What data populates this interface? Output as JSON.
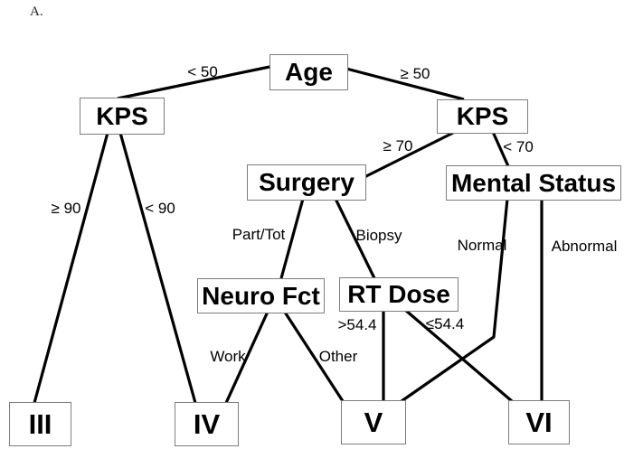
{
  "figure_label": "A.",
  "colors": {
    "background": "#ffffff",
    "line": "#000000",
    "box_border": "#7d7d7d",
    "text": "#000000"
  },
  "nodes": {
    "age": {
      "label": "Age"
    },
    "kps_left": {
      "label": "KPS"
    },
    "kps_right": {
      "label": "KPS"
    },
    "surgery": {
      "label": "Surgery"
    },
    "mental_status": {
      "label": "Mental Status"
    },
    "neuro_fct": {
      "label": "Neuro Fct"
    },
    "rt_dose": {
      "label": "RT Dose"
    },
    "class_iii": {
      "label": "III"
    },
    "class_iv": {
      "label": "IV"
    },
    "class_v": {
      "label": "V"
    },
    "class_vi": {
      "label": "VI"
    }
  },
  "edges": {
    "age_lt_50": {
      "label": "< 50",
      "from": "Age",
      "to": "KPS (left)"
    },
    "age_ge_50": {
      "label": "≥ 50",
      "from": "Age",
      "to": "KPS (right)"
    },
    "kps_ge_90": {
      "label": "≥ 90",
      "from": "KPS (left)",
      "to": "III"
    },
    "kps_lt_90": {
      "label": "< 90",
      "from": "KPS (left)",
      "to": "IV"
    },
    "kps_ge_70": {
      "label": "≥ 70",
      "from": "KPS (right)",
      "to": "Surgery"
    },
    "kps_lt_70": {
      "label": "< 70",
      "from": "KPS (right)",
      "to": "Mental Status"
    },
    "surgery_part_tot": {
      "label": "Part/Tot",
      "from": "Surgery",
      "to": "Neuro Fct"
    },
    "surgery_biopsy": {
      "label": "Biopsy",
      "from": "Surgery",
      "to": "RT Dose"
    },
    "neuro_work": {
      "label": "Work",
      "from": "Neuro Fct",
      "to": "IV"
    },
    "neuro_other": {
      "label": "Other",
      "from": "Neuro Fct",
      "to": "V"
    },
    "rt_gt_544": {
      "label": ">54.4",
      "from": "RT Dose",
      "to": "V"
    },
    "rt_le_544": {
      "label": "≤54.4",
      "from": "RT Dose",
      "to": "VI"
    },
    "mental_normal": {
      "label": "Normal",
      "from": "Mental Status",
      "to": "V"
    },
    "mental_abnormal": {
      "label": "Abnormal",
      "from": "Mental Status",
      "to": "VI"
    }
  }
}
